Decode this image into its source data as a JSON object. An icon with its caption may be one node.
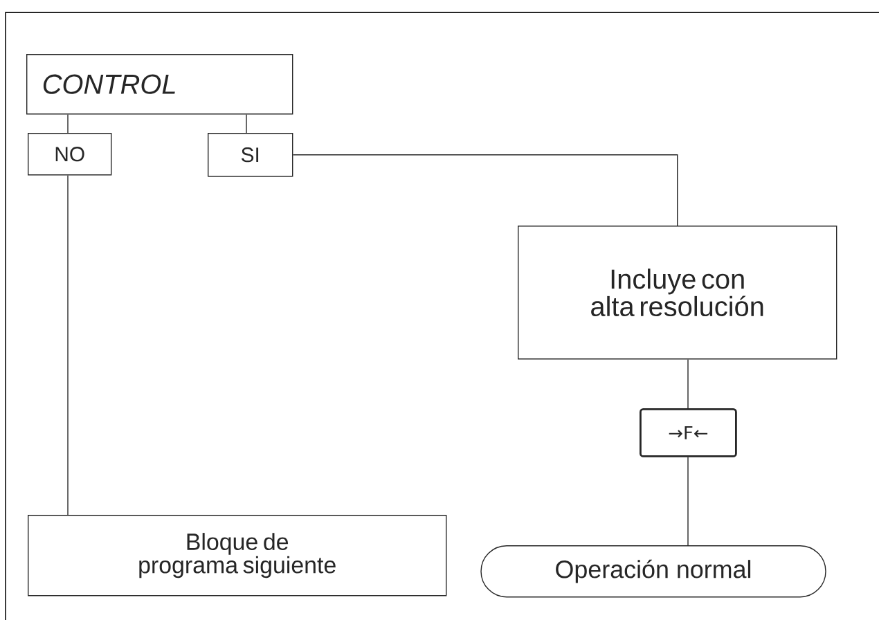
{
  "diagram": {
    "nodes": [
      {
        "text": [
          "CONTROL"
        ]
      },
      {
        "text": [
          "NO"
        ]
      },
      {
        "text": [
          "SI"
        ]
      },
      {
        "text": [
          "Incluye con alta resolución"
        ]
      },
      {
        "text": [
          "→F←"
        ]
      },
      {
        "text": [
          "Bloque de programa siguiente"
        ]
      },
      {
        "text": [
          "Operación normal"
        ]
      }
    ],
    "edges": [
      {
        "from": 0,
        "to": 1,
        "arrow": "none"
      },
      {
        "from": 0,
        "to": 2,
        "arrow": "none"
      },
      {
        "from": 1,
        "to": 5,
        "arrow": "none"
      },
      {
        "from": 2,
        "to": 3,
        "arrow": "none"
      },
      {
        "from": 3,
        "to": 4,
        "arrow": "none"
      },
      {
        "from": 4,
        "to": 6,
        "arrow": "none"
      }
    ]
  }
}
